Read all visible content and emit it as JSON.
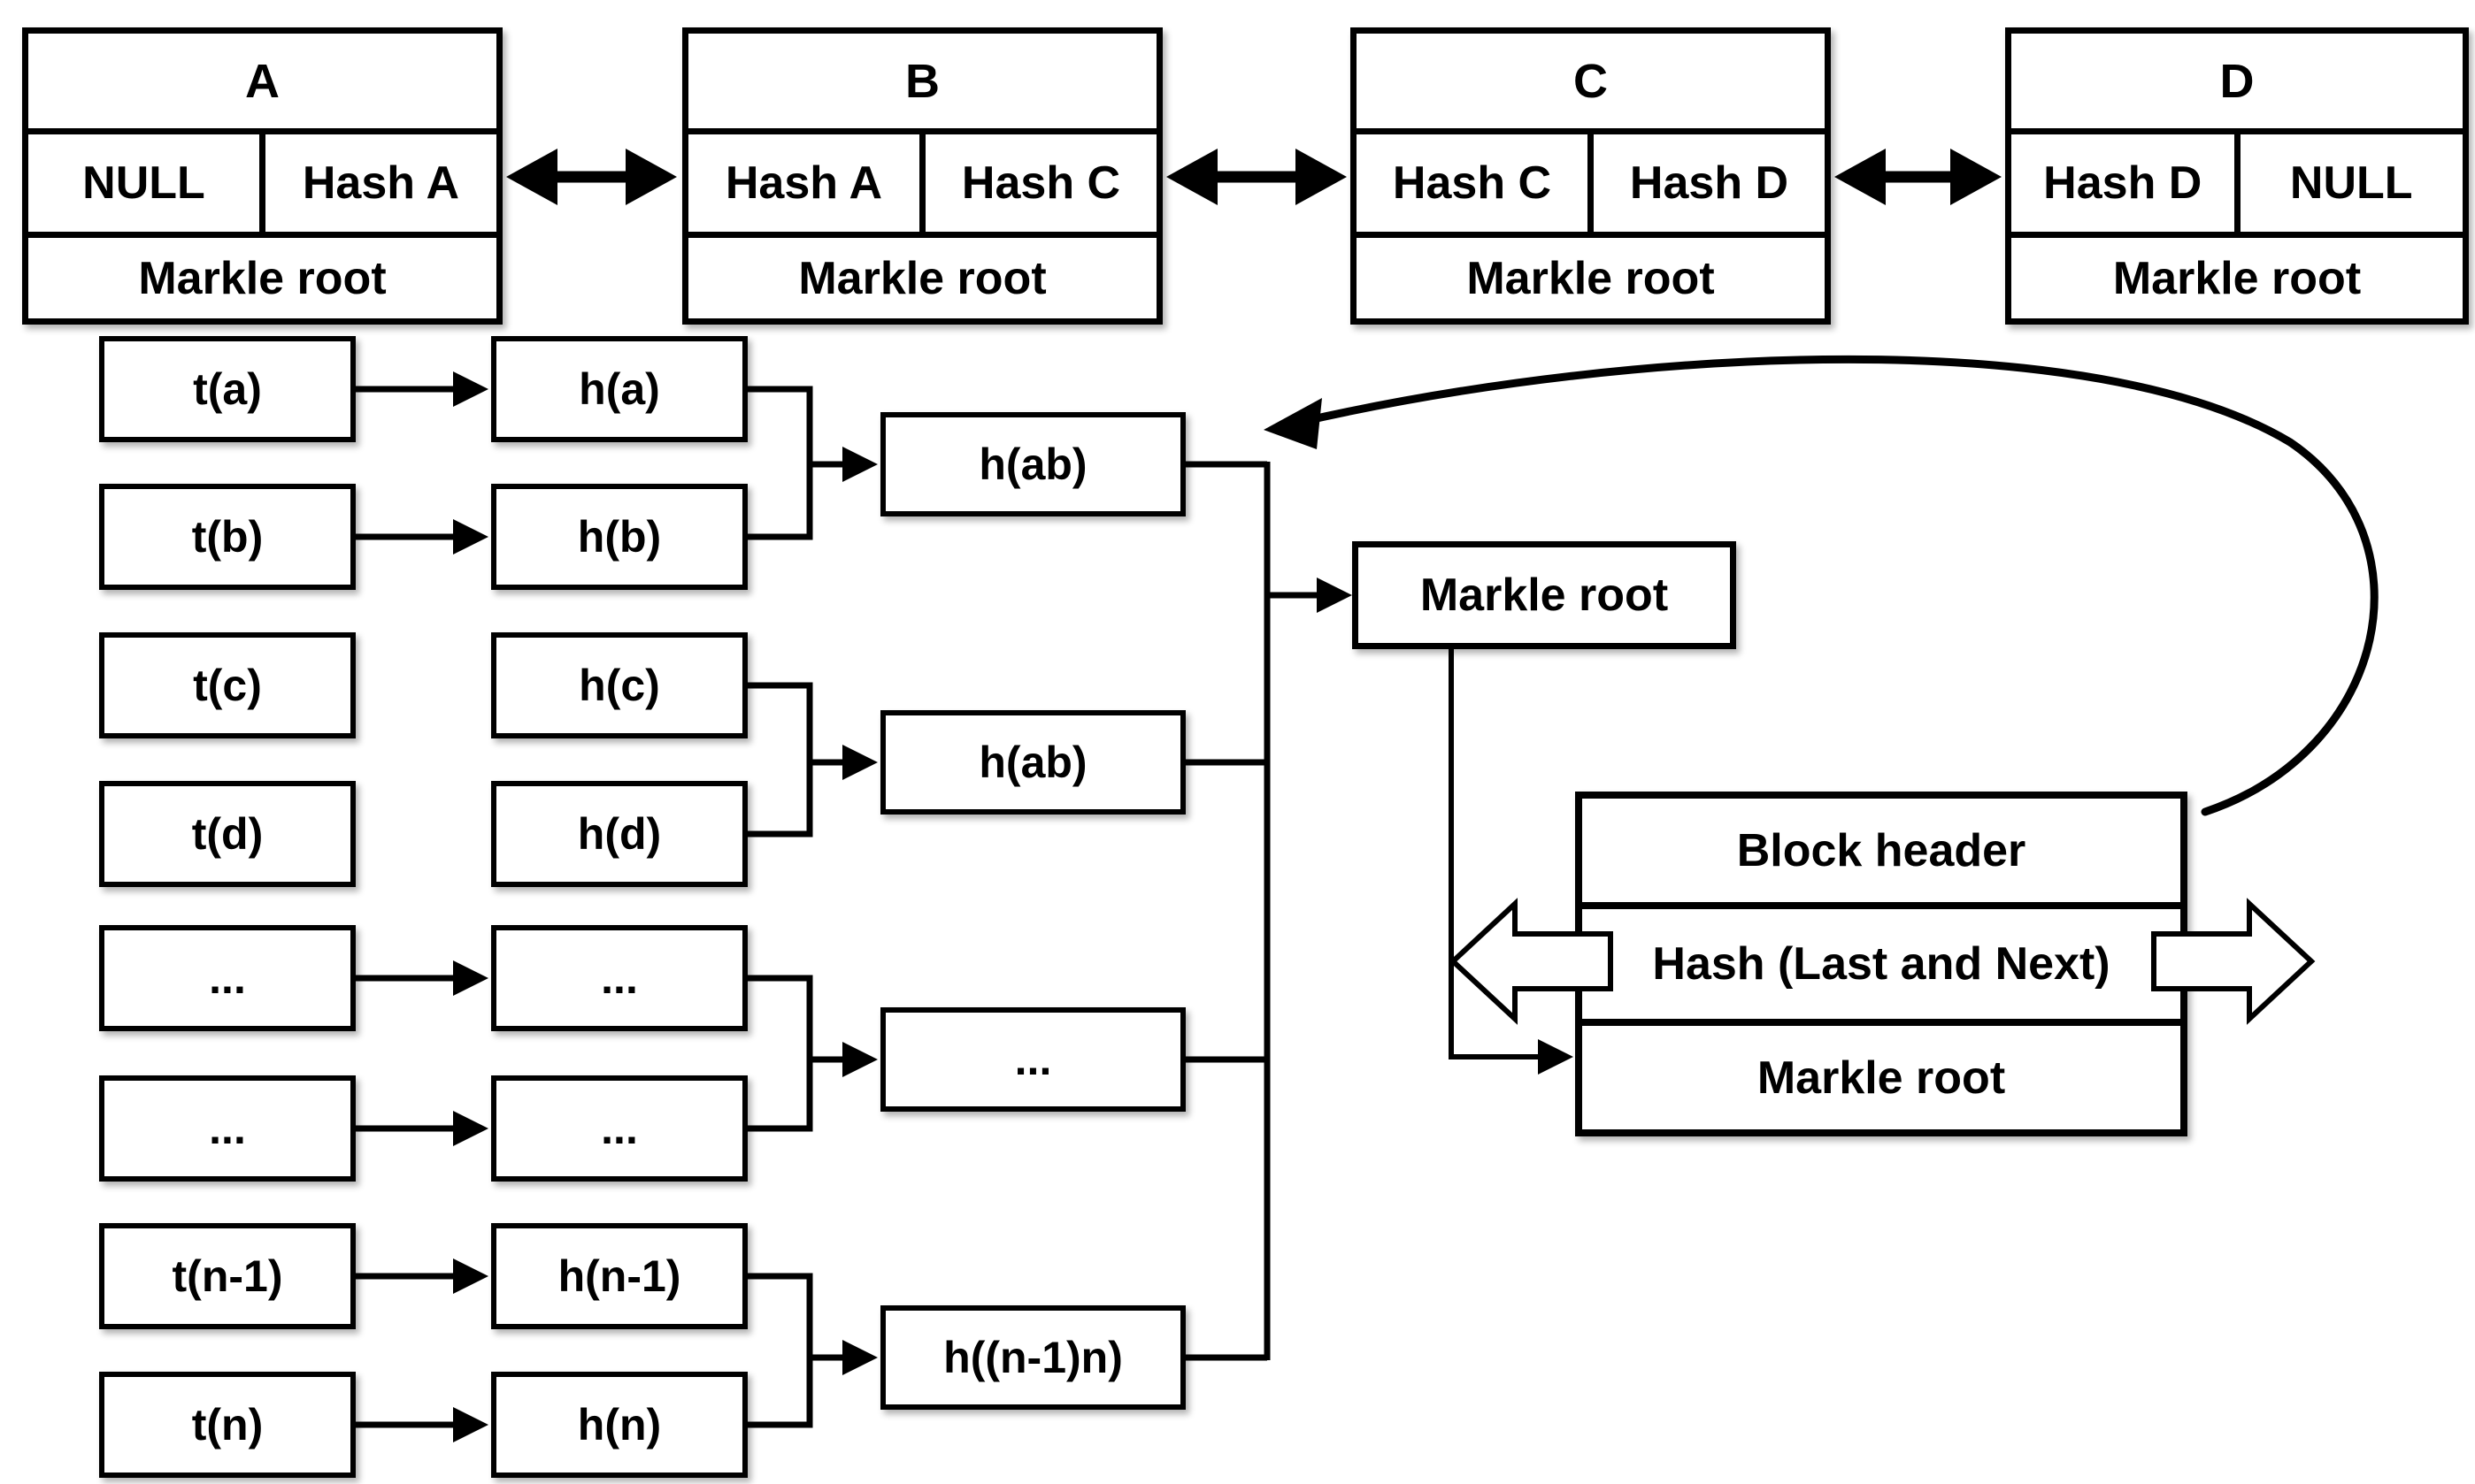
{
  "chain": {
    "blocks": [
      {
        "name": "A",
        "left": "NULL",
        "right": "Hash A",
        "root": "Markle root"
      },
      {
        "name": "B",
        "left": "Hash A",
        "right": "Hash C",
        "root": "Markle root"
      },
      {
        "name": "C",
        "left": "Hash C",
        "right": "Hash D",
        "root": "Markle root"
      },
      {
        "name": "D",
        "left": "Hash D",
        "right": "NULL",
        "root": "Markle root"
      }
    ]
  },
  "tree": {
    "rows": [
      {
        "t": "t(a)",
        "h": "h(a)"
      },
      {
        "t": "t(b)",
        "h": "h(b)"
      },
      {
        "t": "t(c)",
        "h": "h(c)"
      },
      {
        "t": "t(d)",
        "h": "h(d)"
      },
      {
        "t": "...",
        "h": "..."
      },
      {
        "t": "...",
        "h": "..."
      },
      {
        "t": "t(n-1)",
        "h": "h(n-1)"
      },
      {
        "t": "t(n)",
        "h": "h(n)"
      }
    ],
    "pairs": [
      "h(ab)",
      "h(ab)",
      "...",
      "h((n-1)n)"
    ],
    "root": "Markle root"
  },
  "detail": {
    "header": "Block header",
    "hash": "Hash (Last and Next)",
    "root": "Markle root"
  },
  "colors": {
    "stroke": "#000000",
    "background": "#ffffff"
  }
}
